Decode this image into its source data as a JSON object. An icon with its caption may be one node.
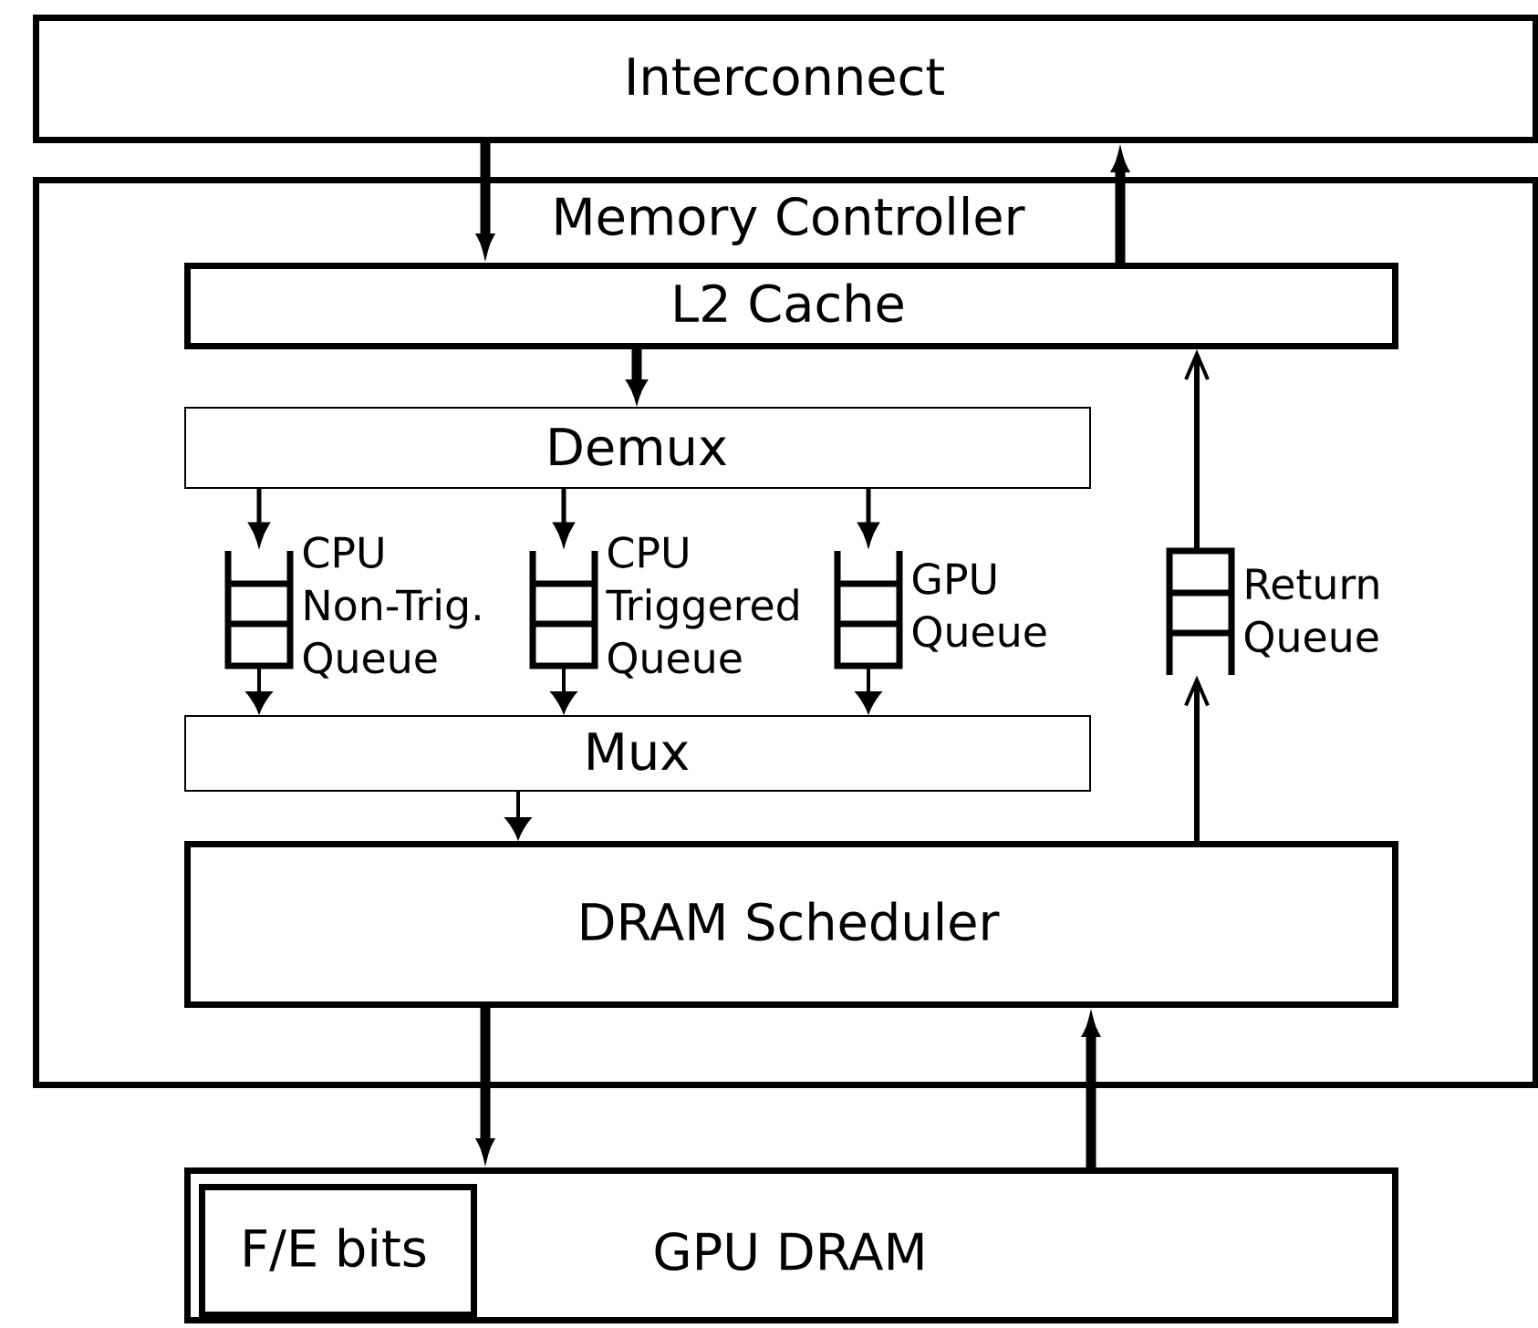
{
  "diagram": {
    "nodes": [
      {
        "text": [
          "Interconnect"
        ]
      },
      {
        "text": [
          "Memory Controller"
        ]
      },
      {
        "text": [
          "L2 Cache"
        ],
        "in": 1
      },
      {
        "text": [
          "Demux"
        ],
        "in": 1
      },
      {
        "text": [
          "CPU Non-Trig. Queue"
        ],
        "in": 1
      },
      {
        "text": [
          "CPU Triggered Queue"
        ],
        "in": 1
      },
      {
        "text": [
          "GPU Queue"
        ],
        "in": 1
      },
      {
        "text": [
          "Return Queue"
        ],
        "in": 1
      },
      {
        "text": [
          "Mux"
        ],
        "in": 1
      },
      {
        "text": [
          "DRAM Scheduler"
        ],
        "in": 1
      },
      {
        "text": [
          "GPU DRAM"
        ]
      },
      {
        "text": [
          "F/E bits"
        ],
        "in": 10
      }
    ],
    "edges": [
      {
        "from": 0,
        "to": 2,
        "arrow": "to",
        "style": "thick"
      },
      {
        "from": 2,
        "to": 0,
        "arrow": "to",
        "style": "thick"
      },
      {
        "from": 2,
        "to": 3,
        "arrow": "to",
        "style": "thick"
      },
      {
        "from": 3,
        "to": 4,
        "arrow": "to"
      },
      {
        "from": 3,
        "to": 5,
        "arrow": "to"
      },
      {
        "from": 3,
        "to": 6,
        "arrow": "to"
      },
      {
        "from": 4,
        "to": 8,
        "arrow": "to"
      },
      {
        "from": 5,
        "to": 8,
        "arrow": "to"
      },
      {
        "from": 6,
        "to": 8,
        "arrow": "to"
      },
      {
        "from": 8,
        "to": 9,
        "arrow": "to"
      },
      {
        "from": 9,
        "to": 7,
        "arrow": "to"
      },
      {
        "from": 7,
        "to": 2,
        "arrow": "to"
      },
      {
        "from": 9,
        "to": 10,
        "arrow": "to",
        "style": "thick"
      },
      {
        "from": 10,
        "to": 9,
        "arrow": "to",
        "style": "thick"
      }
    ]
  }
}
